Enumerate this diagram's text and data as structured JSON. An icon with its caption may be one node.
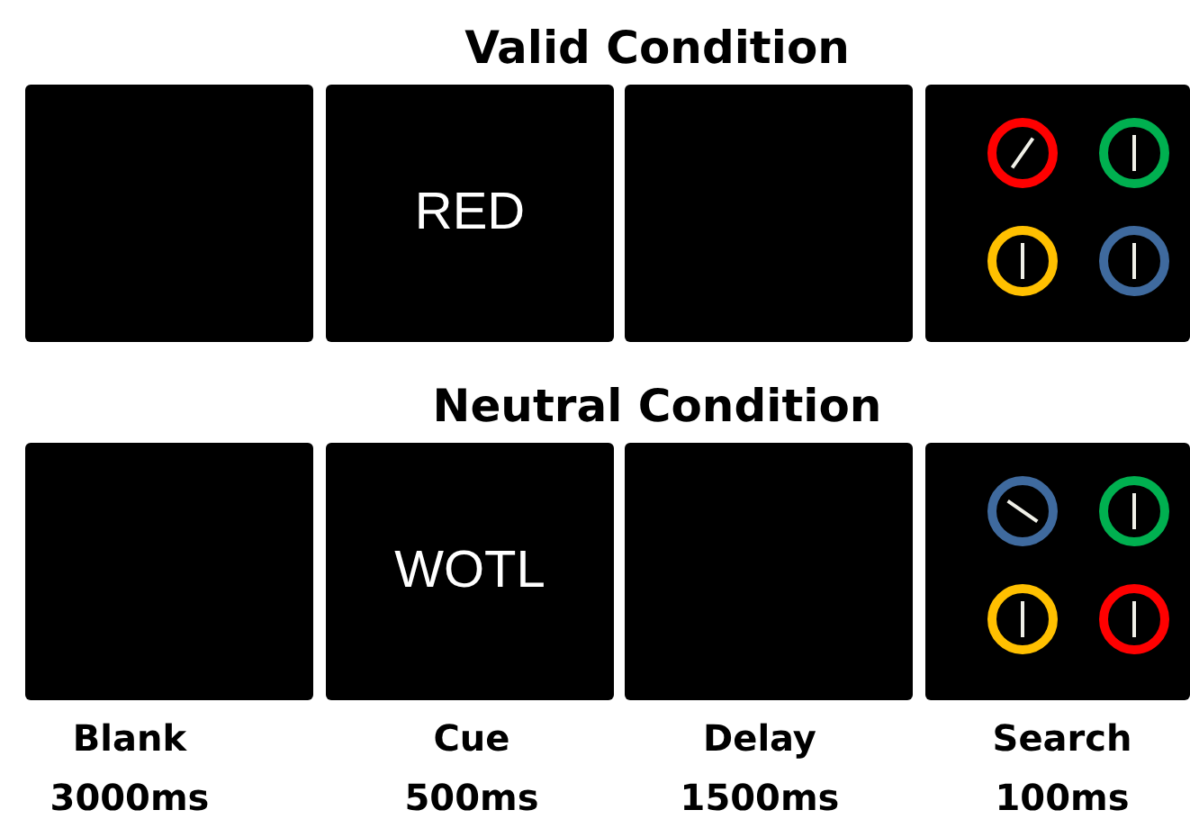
{
  "diagram": {
    "nodes": [
      {
        "text": [],
        "shape": "box"
      },
      {
        "text": [
          "RED"
        ]
      },
      {
        "text": [],
        "shape": "box"
      },
      {
        "text": [],
        "shape": "box"
      },
      {
        "text": [],
        "shape": "box"
      },
      {
        "text": [
          "WOTL"
        ]
      },
      {
        "text": [],
        "shape": "box"
      },
      {
        "text": [],
        "shape": "box"
      }
    ],
    "edges": [],
    "labels": [
      "Valid Condition",
      "Neutral Condition",
      "Blank",
      "Cue",
      "Delay",
      "Search",
      "3000ms",
      "500ms",
      "1500ms",
      "100ms"
    ]
  }
}
